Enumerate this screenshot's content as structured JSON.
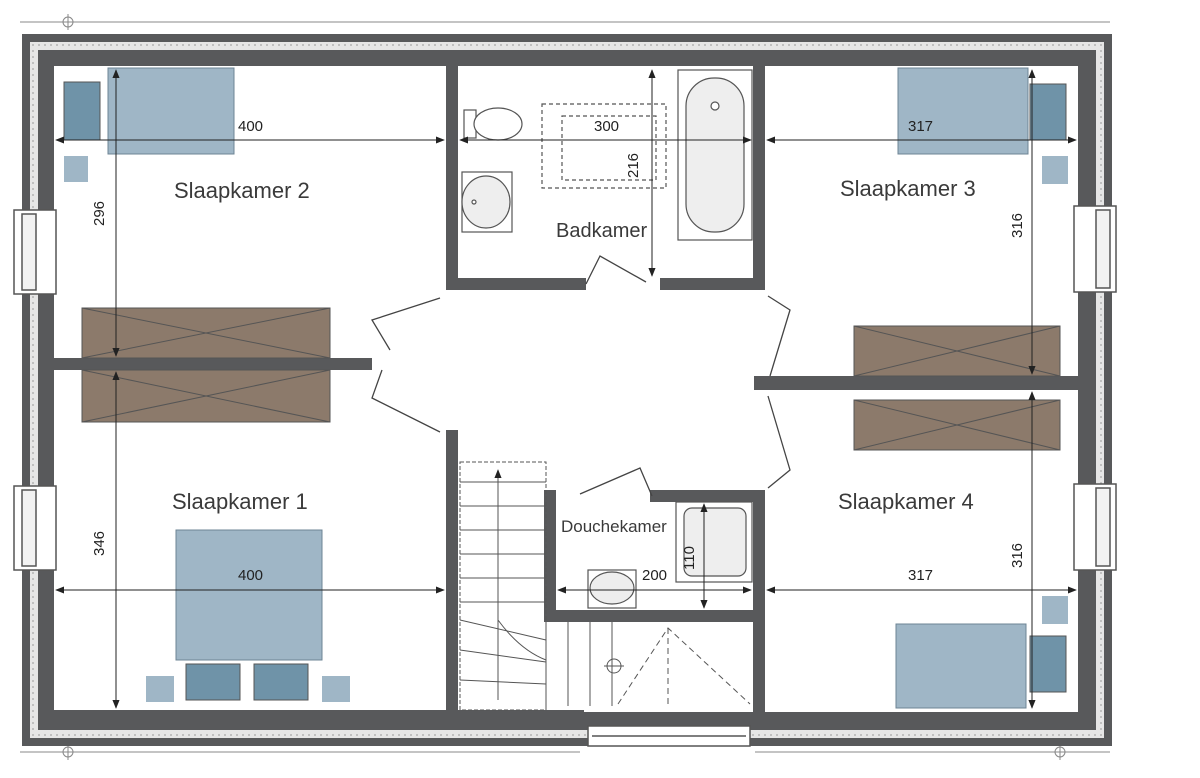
{
  "rooms": {
    "slaapkamer2": "Slaapkamer 2",
    "slaapkamer1": "Slaapkamer 1",
    "slaapkamer3": "Slaapkamer 3",
    "slaapkamer4": "Slaapkamer 4",
    "badkamer": "Badkamer",
    "douchekamer": "Douchekamer"
  },
  "dimensions": {
    "s2_width": "400",
    "s2_height": "296",
    "s1_width": "400",
    "s1_height": "346",
    "s3_width": "317",
    "s3_height": "316",
    "s4_width": "317",
    "s4_height": "316",
    "bad_width": "300",
    "bad_height": "216",
    "douche_width": "200",
    "douche_height": "110"
  },
  "colors": {
    "wall": "#58595b",
    "insulation": "#d9d9d9",
    "bed": "#9fb6c6",
    "pillow": "#6f93a8",
    "closet": "#8c7a6b",
    "line": "#333333"
  }
}
